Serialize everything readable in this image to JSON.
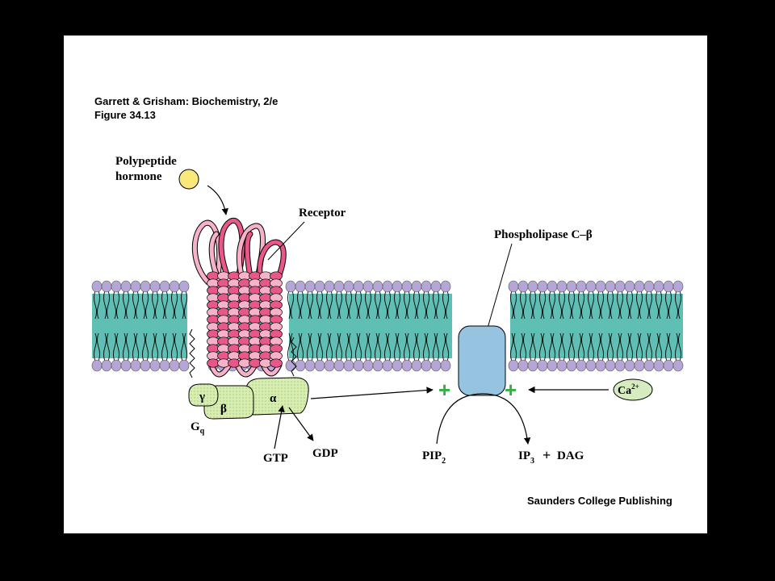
{
  "header": {
    "line1": "Garrett & Grisham: Biochemistry, 2/e",
    "line2": "Figure 34.13"
  },
  "footer": {
    "publisher": "Saunders College Publishing"
  },
  "labels": {
    "hormone_line1": "Polypeptide",
    "hormone_line2": "hormone",
    "receptor": "Receptor",
    "plc": "Phospholipase C–β",
    "gamma": "γ",
    "beta": "β",
    "alpha": "α",
    "gq_main": "G",
    "gq_sub": "q",
    "gtp": "GTP",
    "gdp": "GDP",
    "pip_main": "PIP",
    "pip_sub": "2",
    "ip_main": "IP",
    "ip_sub": "3",
    "plus": "+",
    "dag": "DAG",
    "ca_main": "Ca",
    "ca_sup": "2+"
  },
  "colors": {
    "lipid_head": "#b6a6d8",
    "membrane_core": "#5fbfb4",
    "receptor_dark": "#e8578a",
    "receptor_light": "#f6b2c8",
    "hormone": "#fbe87a",
    "g_protein": "#d8eeb0",
    "plc": "#96c3e0",
    "ca_ion": "#d6ecc0",
    "plus_sign": "#33b044"
  }
}
